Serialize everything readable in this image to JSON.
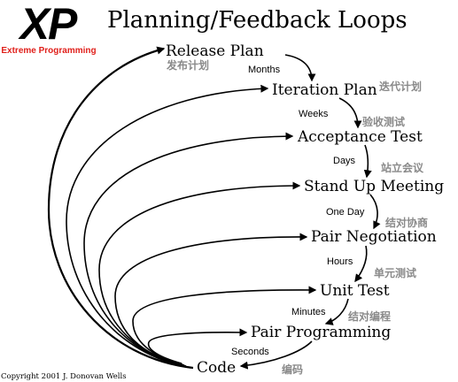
{
  "logo": {
    "mark": "XP",
    "subtitle": "Extreme Programming",
    "colors": {
      "mark": "#000000",
      "subtitle": "#e0201b"
    }
  },
  "title": "Planning/Feedback Loops",
  "stages": [
    {
      "label": "Release Plan",
      "translation": "发布计划"
    },
    {
      "label": "Iteration Plan",
      "translation": "迭代计划"
    },
    {
      "label": "Acceptance Test",
      "translation": "验收测试"
    },
    {
      "label": "Stand Up Meeting",
      "translation": "站立会议"
    },
    {
      "label": "Pair Negotiation",
      "translation": "结对协商"
    },
    {
      "label": "Unit Test",
      "translation": "单元测试"
    },
    {
      "label": "Pair Programming",
      "translation": "结对编程"
    },
    {
      "label": "Code",
      "translation": "编码"
    }
  ],
  "intervals": [
    "Months",
    "Weeks",
    "Days",
    "One Day",
    "Hours",
    "Minutes",
    "Seconds"
  ],
  "copyright": "Copyright 2001 J. Donovan Wells",
  "colors": {
    "translation": "#8a8a8a",
    "lines": "#000000"
  }
}
